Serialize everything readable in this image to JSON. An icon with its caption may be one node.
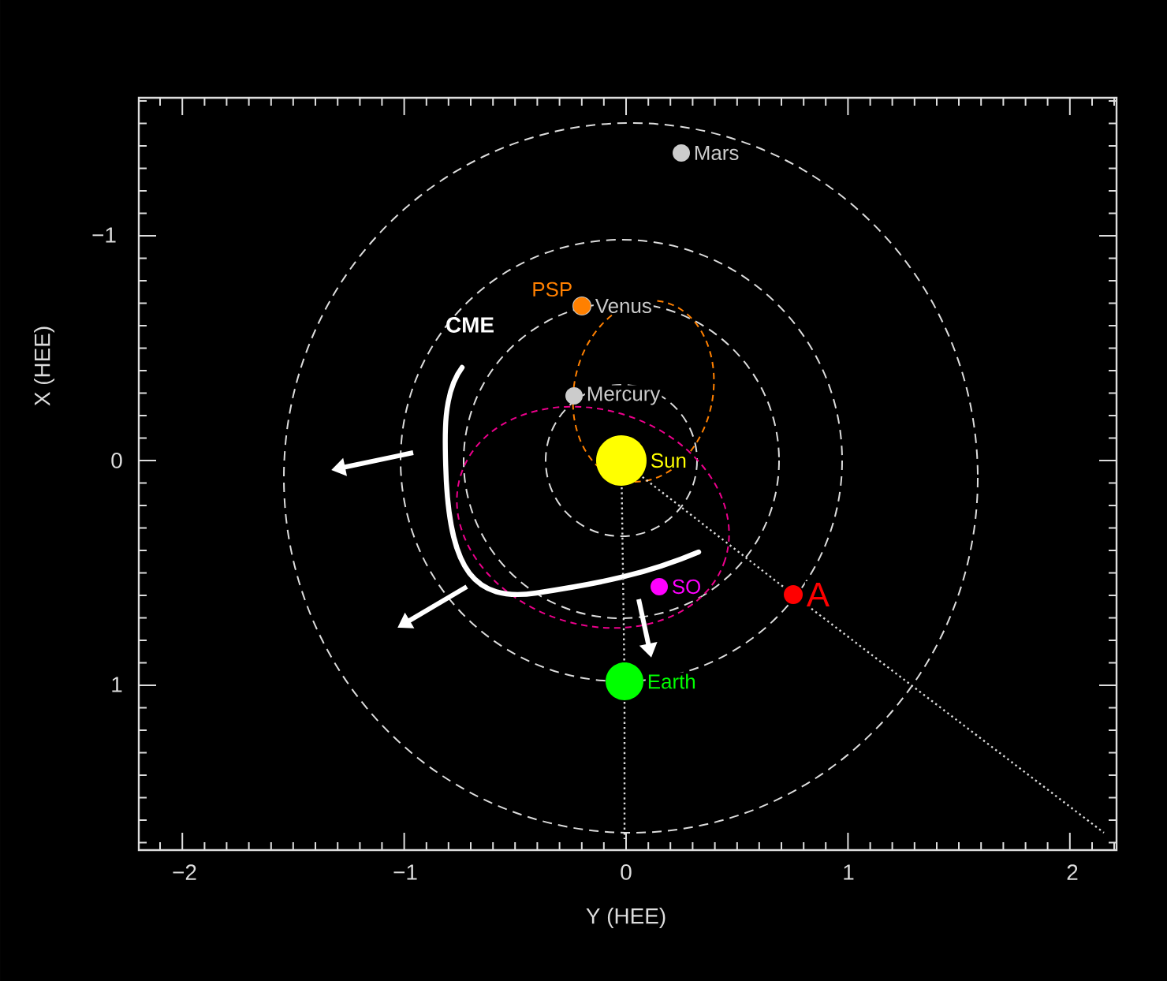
{
  "diagram": {
    "nodes": [
      {
        "text": [
          "Mars"
        ]
      },
      {
        "text": [
          "Venus"
        ]
      },
      {
        "text": [
          "PSP"
        ]
      },
      {
        "text": [
          "Mercury"
        ]
      },
      {
        "text": [
          "Sun"
        ]
      },
      {
        "text": [
          "SO"
        ]
      },
      {
        "text": [
          "A"
        ]
      },
      {
        "text": [
          "Earth"
        ]
      }
    ],
    "edges": [
      {
        "from": 4,
        "to": 7,
        "arrow": "none",
        "style": "dashed"
      },
      {
        "from": 4,
        "to": 6,
        "arrow": "none",
        "style": "dashed"
      }
    ],
    "labels": [
      "−1",
      "CME",
      "X (HEE)",
      "0",
      "1",
      "−2",
      "−1",
      "0",
      "1",
      "2",
      "Y (HEE)"
    ]
  }
}
